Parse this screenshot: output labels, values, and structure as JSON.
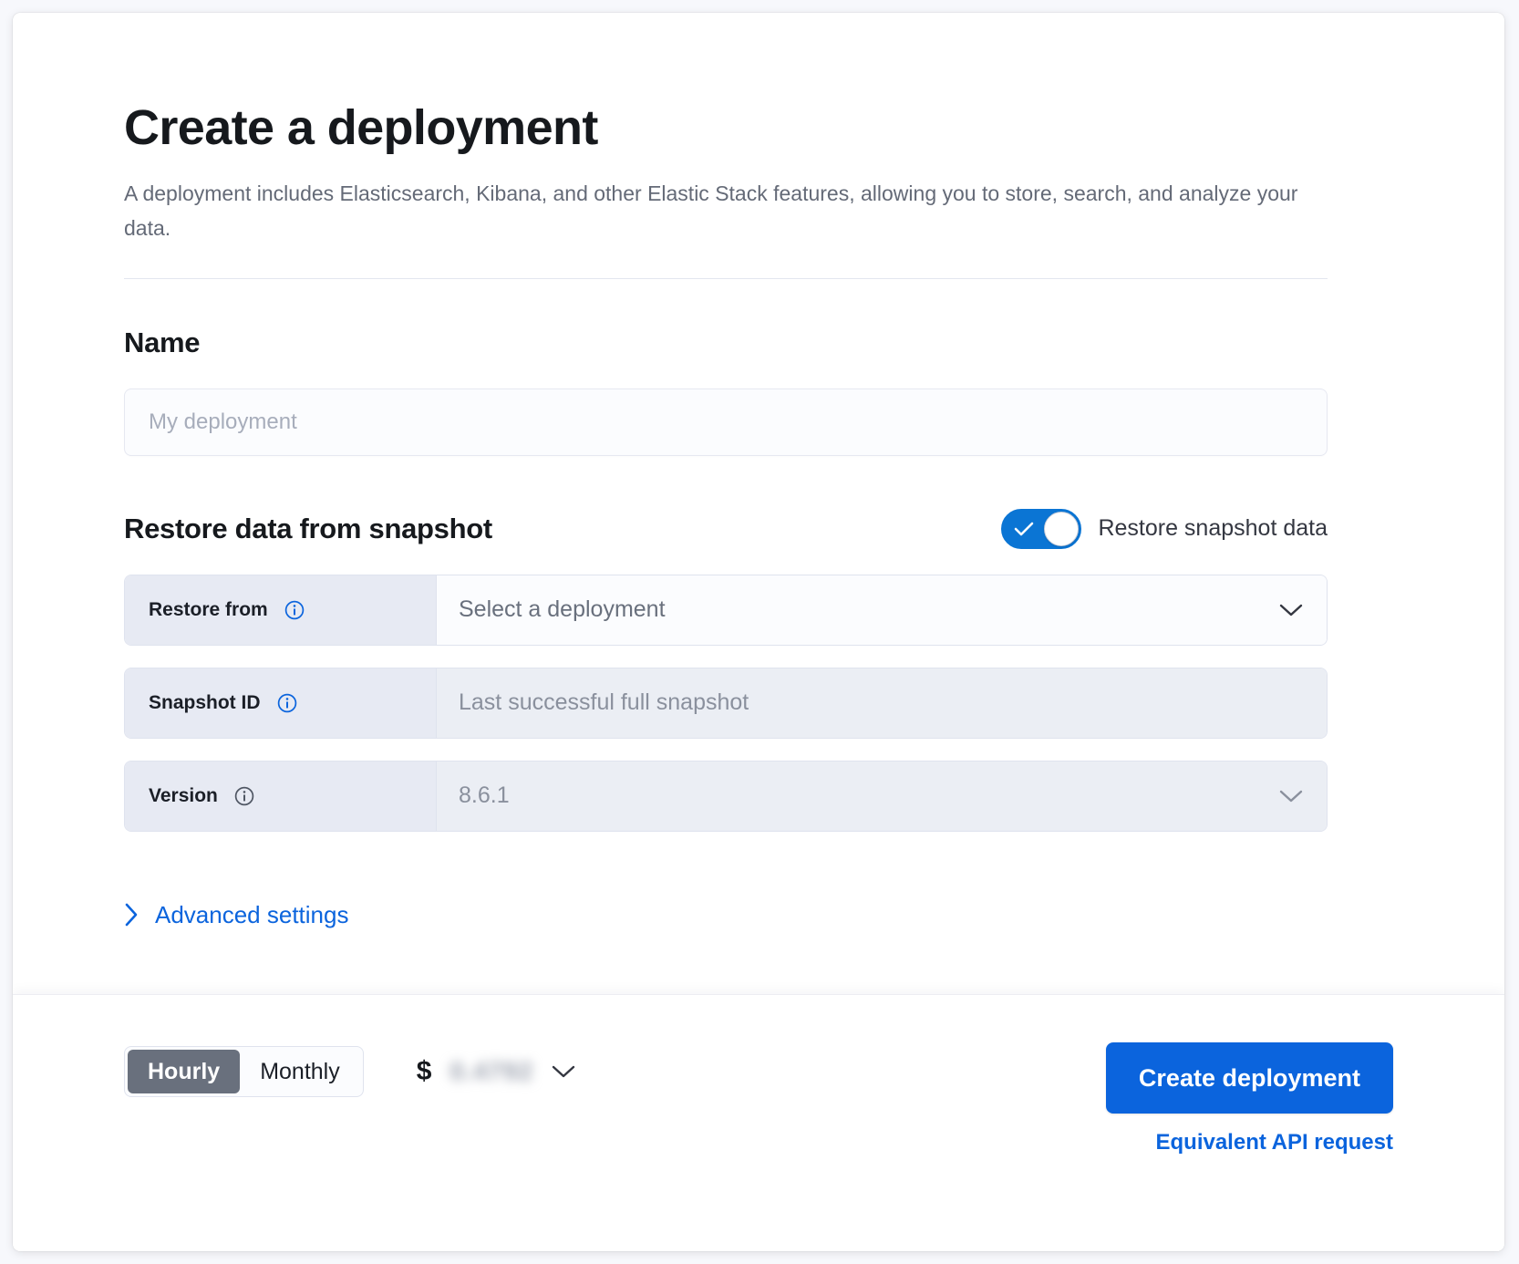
{
  "header": {
    "title": "Create a deployment",
    "subtitle": "A deployment includes Elasticsearch, Kibana, and other Elastic Stack features, allowing you to store, search, and analyze your data."
  },
  "name_section": {
    "heading": "Name",
    "input_placeholder": "My deployment",
    "input_value": ""
  },
  "restore_section": {
    "heading": "Restore data from snapshot",
    "toggle": {
      "label": "Restore snapshot data",
      "checked": true,
      "on_color": "#0b75d4"
    },
    "rows": [
      {
        "label": "Restore from",
        "value": "Select a deployment",
        "placeholder": "Select a deployment",
        "type": "select",
        "disabled": false,
        "info_icon": "info-icon",
        "info_icon_color": "#0b64dd"
      },
      {
        "label": "Snapshot ID",
        "value": "Last successful full snapshot",
        "placeholder": "Last successful full snapshot",
        "type": "text",
        "disabled": true,
        "info_icon": "info-icon",
        "info_icon_color": "#0b64dd"
      },
      {
        "label": "Version",
        "value": "8.6.1",
        "placeholder": "8.6.1",
        "type": "select",
        "disabled": true,
        "info_icon": "info-icon",
        "info_icon_color": "#4f5663"
      }
    ]
  },
  "advanced": {
    "label": "Advanced settings",
    "icon": "chevron-right-icon",
    "color": "#0b64dd"
  },
  "footer": {
    "billing_options": [
      {
        "label": "Hourly",
        "selected": true
      },
      {
        "label": "Monthly",
        "selected": false
      }
    ],
    "price": {
      "currency_symbol": "$",
      "amount": "0.4792",
      "redacted": true,
      "dropdown_icon": "chevron-down-icon"
    },
    "create_button": "Create deployment",
    "api_link": "Equivalent API request"
  },
  "colors": {
    "primary": "#0b64dd",
    "toggle_on": "#0b75d4",
    "segment_active": "#69707d",
    "label_bg": "#e7eaf3",
    "field_bg": "#fbfcfe",
    "field_disabled_bg": "#ebeef4",
    "text": "#16191d",
    "muted_text": "#646a77"
  }
}
